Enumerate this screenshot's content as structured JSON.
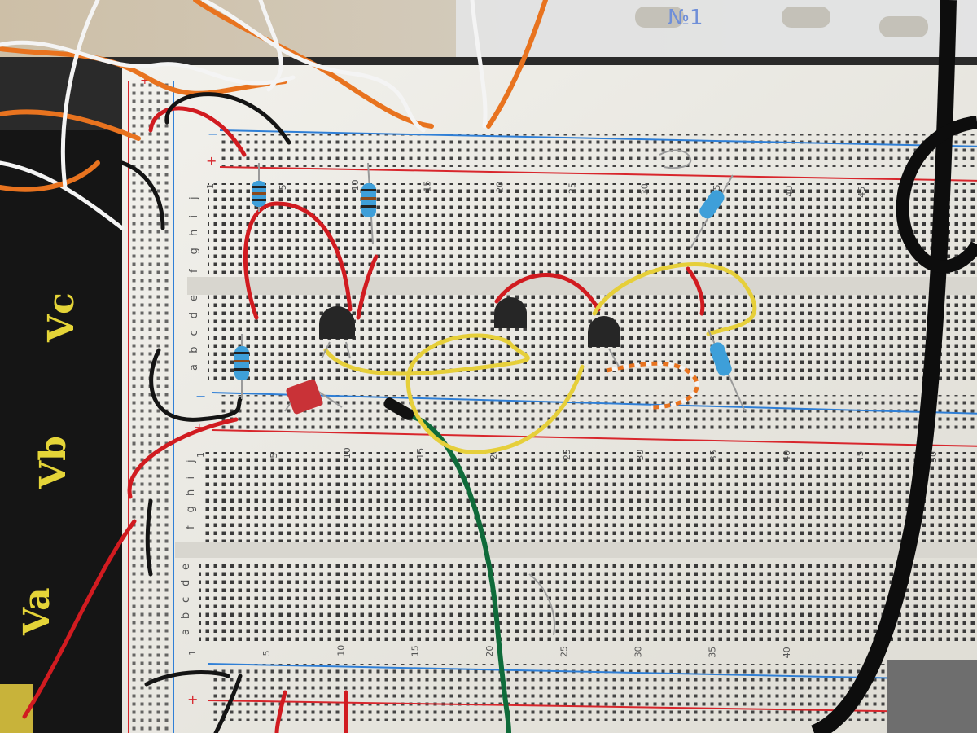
{
  "bench_labels": {
    "va": "Va",
    "vb": "Vb",
    "vc": "Vc"
  },
  "tray_label": "№1",
  "breadboard": {
    "upper_top_rail_minus": "−",
    "upper_top_rail_plus": "+",
    "middle_rail_minus": "−",
    "middle_rail_plus": "+",
    "bottom_rail_plus": "+",
    "left_rail_plus": "+",
    "upper_top_rows": [
      "f",
      "g",
      "h",
      "i",
      "j"
    ],
    "upper_bottom_rows": [
      "a",
      "b",
      "c",
      "d",
      "e"
    ],
    "lower_top_rows": [
      "f",
      "g",
      "h",
      "i",
      "j"
    ],
    "lower_bottom_rows": [
      "a",
      "b",
      "c",
      "d",
      "e"
    ],
    "column_numbers_upper": [
      "1",
      "5",
      "10",
      "15",
      "20",
      "25",
      "30",
      "35",
      "40",
      "45"
    ],
    "column_numbers_lower": [
      "1",
      "5",
      "10",
      "15",
      "20",
      "25",
      "30",
      "35",
      "40",
      "45",
      "50"
    ],
    "column_numbers_bottom": [
      "1",
      "5",
      "10",
      "15",
      "20",
      "25",
      "30",
      "35",
      "40"
    ]
  },
  "colors": {
    "board": "#ecebe6",
    "rail_red": "#d8262c",
    "rail_blue": "#2f7fd6",
    "wire_red": "#d11b20",
    "wire_yellow": "#e6cf3a",
    "wire_green": "#0f6b3a",
    "wire_black": "#141414",
    "wire_orange": "#e8731f",
    "resistor_body": "#3e9fd9",
    "transistor": "#262626",
    "capacitor": "#c93237",
    "bench_text": "#e4d438"
  }
}
